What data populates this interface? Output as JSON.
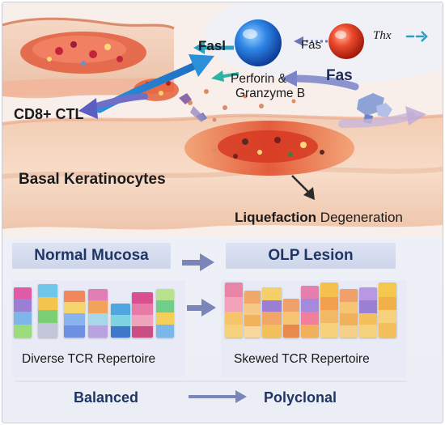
{
  "labels": {
    "fasl": "Fasl",
    "fas_top": "Fas",
    "thx": "Thx",
    "fas_bold": "Fas",
    "perforin": "Perforin &",
    "granzyme": "Granzyme B",
    "cd8": "CD8+ CTL",
    "basal": "Basal Keratinocytes",
    "liquefaction": "Liquefaction",
    "degeneration": "Degeneration"
  },
  "comparison": {
    "normal_title": "Normal Mucosa",
    "olp_title": "OLP Lesion",
    "diverse_caption": "Diverse TCR Repertoire",
    "skewed_caption": "Skewed TCR Repertoire",
    "balanced": "Balanced",
    "polyclonal": "Polyclonal"
  },
  "colors": {
    "arrow_blue": "#7b86b8",
    "teal_arrow": "#2a9fbf",
    "cd8_cell": "#1f6fd6",
    "target_cell": "#e8452a",
    "pill_text": "#1f3566"
  },
  "icons": {
    "cd8_cell": "blue-sphere",
    "target_cell": "red-sphere",
    "tcr_bars": "stacked-color-bars"
  }
}
